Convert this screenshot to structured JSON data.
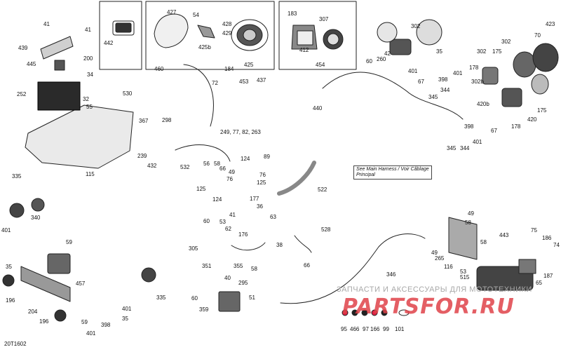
{
  "diagram_code": "20T1602",
  "note": "See Main Harness / Voir Câblage Principal",
  "watermark": {
    "text": "ЗАПЧАСТИ И АКСЕССУАРЫ ДЛЯ МОТОТЕХНИКИ",
    "logo": "PARTSFOR.RU",
    "logo_color": "#e0434a"
  },
  "callouts": [
    {
      "id": "c41a",
      "text": "41"
    },
    {
      "id": "c41b",
      "text": "41"
    },
    {
      "id": "c439",
      "text": "439"
    },
    {
      "id": "c200",
      "text": "200"
    },
    {
      "id": "c445",
      "text": "445"
    },
    {
      "id": "c34",
      "text": "34"
    },
    {
      "id": "c252",
      "text": "252"
    },
    {
      "id": "c32",
      "text": "32"
    },
    {
      "id": "c55",
      "text": "55"
    },
    {
      "id": "c530",
      "text": "530"
    },
    {
      "id": "c115",
      "text": "115"
    },
    {
      "id": "c442",
      "text": "442"
    },
    {
      "id": "c427",
      "text": "427"
    },
    {
      "id": "c54",
      "text": "54"
    },
    {
      "id": "c425b",
      "text": "425b"
    },
    {
      "id": "c428",
      "text": "428"
    },
    {
      "id": "c429",
      "text": "429"
    },
    {
      "id": "c425",
      "text": "425"
    },
    {
      "id": "c183",
      "text": "183"
    },
    {
      "id": "c307",
      "text": "307"
    },
    {
      "id": "c412",
      "text": "412"
    },
    {
      "id": "c454",
      "text": "454"
    },
    {
      "id": "c460",
      "text": "460"
    },
    {
      "id": "c184",
      "text": "184"
    },
    {
      "id": "c72",
      "text": "72"
    },
    {
      "id": "c453",
      "text": "453"
    },
    {
      "id": "c437",
      "text": "437"
    },
    {
      "id": "c367",
      "text": "367"
    },
    {
      "id": "c298",
      "text": "298"
    },
    {
      "id": "c239",
      "text": "239"
    },
    {
      "id": "c432",
      "text": "432"
    },
    {
      "id": "c532",
      "text": "532"
    },
    {
      "id": "c249",
      "text": "249, 77, 82, 263"
    },
    {
      "id": "c440",
      "text": "440"
    },
    {
      "id": "c60a",
      "text": "60"
    },
    {
      "id": "c42",
      "text": "42"
    },
    {
      "id": "c260",
      "text": "260"
    },
    {
      "id": "c302a",
      "text": "302"
    },
    {
      "id": "c401a",
      "text": "401"
    },
    {
      "id": "c35a",
      "text": "35"
    },
    {
      "id": "c398a",
      "text": "398"
    },
    {
      "id": "c401b",
      "text": "401"
    },
    {
      "id": "c67a",
      "text": "67"
    },
    {
      "id": "c345a",
      "text": "345"
    },
    {
      "id": "c344a",
      "text": "344"
    },
    {
      "id": "c302b",
      "text": "302"
    },
    {
      "id": "c175a",
      "text": "175"
    },
    {
      "id": "c178a",
      "text": "178"
    },
    {
      "id": "c302c",
      "text": "302"
    },
    {
      "id": "c70",
      "text": "70"
    },
    {
      "id": "c423",
      "text": "423"
    },
    {
      "id": "c302b2",
      "text": "302b"
    },
    {
      "id": "c420b",
      "text": "420b"
    },
    {
      "id": "c175b",
      "text": "175"
    },
    {
      "id": "c398b",
      "text": "398"
    },
    {
      "id": "c420",
      "text": "420"
    },
    {
      "id": "c67b",
      "text": "67"
    },
    {
      "id": "c178b",
      "text": "178"
    },
    {
      "id": "c401c",
      "text": "401"
    },
    {
      "id": "c345b",
      "text": "345"
    },
    {
      "id": "c344b",
      "text": "344"
    },
    {
      "id": "c335a",
      "text": "335"
    },
    {
      "id": "c340",
      "text": "340"
    },
    {
      "id": "c401d",
      "text": "401"
    },
    {
      "id": "c35b",
      "text": "35"
    },
    {
      "id": "c59a",
      "text": "59"
    },
    {
      "id": "c457",
      "text": "457"
    },
    {
      "id": "c196a",
      "text": "196"
    },
    {
      "id": "c204",
      "text": "204"
    },
    {
      "id": "c196b",
      "text": "196"
    },
    {
      "id": "c59b",
      "text": "59"
    },
    {
      "id": "c401e",
      "text": "401"
    },
    {
      "id": "c35c",
      "text": "35"
    },
    {
      "id": "c398c",
      "text": "398"
    },
    {
      "id": "c401f",
      "text": "401"
    },
    {
      "id": "c335b",
      "text": "335"
    },
    {
      "id": "c56",
      "text": "56"
    },
    {
      "id": "c58a",
      "text": "58"
    },
    {
      "id": "c66a",
      "text": "66"
    },
    {
      "id": "c49a",
      "text": "49"
    },
    {
      "id": "c76a",
      "text": "76"
    },
    {
      "id": "c125a",
      "text": "125"
    },
    {
      "id": "c124a",
      "text": "124"
    },
    {
      "id": "c89",
      "text": "89"
    },
    {
      "id": "c76b",
      "text": "76"
    },
    {
      "id": "c125b",
      "text": "125"
    },
    {
      "id": "c124b",
      "text": "124"
    },
    {
      "id": "c522",
      "text": "522"
    },
    {
      "id": "c177",
      "text": "177"
    },
    {
      "id": "c36",
      "text": "36"
    },
    {
      "id": "c63",
      "text": "63"
    },
    {
      "id": "c176",
      "text": "176"
    },
    {
      "id": "c528",
      "text": "528"
    },
    {
      "id": "c38",
      "text": "38"
    },
    {
      "id": "c66b",
      "text": "66"
    },
    {
      "id": "c41c",
      "text": "41"
    },
    {
      "id": "c60b",
      "text": "60"
    },
    {
      "id": "c53",
      "text": "53"
    },
    {
      "id": "c62",
      "text": "62"
    },
    {
      "id": "c305",
      "text": "305"
    },
    {
      "id": "c351",
      "text": "351"
    },
    {
      "id": "c355",
      "text": "355"
    },
    {
      "id": "c58b",
      "text": "58"
    },
    {
      "id": "c40",
      "text": "40"
    },
    {
      "id": "c295",
      "text": "295"
    },
    {
      "id": "c60c",
      "text": "60"
    },
    {
      "id": "c51",
      "text": "51"
    },
    {
      "id": "c359",
      "text": "359"
    },
    {
      "id": "c346",
      "text": "346"
    },
    {
      "id": "c49b",
      "text": "49"
    },
    {
      "id": "c58c",
      "text": "58"
    },
    {
      "id": "c49c",
      "text": "49"
    },
    {
      "id": "c265",
      "text": "265"
    },
    {
      "id": "c116",
      "text": "116"
    },
    {
      "id": "c53b",
      "text": "53"
    },
    {
      "id": "c515",
      "text": "515"
    },
    {
      "id": "c58d",
      "text": "58"
    },
    {
      "id": "c443",
      "text": "443"
    },
    {
      "id": "c75",
      "text": "75"
    },
    {
      "id": "c186",
      "text": "186"
    },
    {
      "id": "c74",
      "text": "74"
    },
    {
      "id": "c187",
      "text": "187"
    },
    {
      "id": "c65",
      "text": "65"
    },
    {
      "id": "c95",
      "text": "95"
    },
    {
      "id": "c466",
      "text": "466"
    },
    {
      "id": "c97",
      "text": "97"
    },
    {
      "id": "c166",
      "text": "166"
    },
    {
      "id": "c99",
      "text": "99"
    },
    {
      "id": "c101",
      "text": "101"
    }
  ]
}
